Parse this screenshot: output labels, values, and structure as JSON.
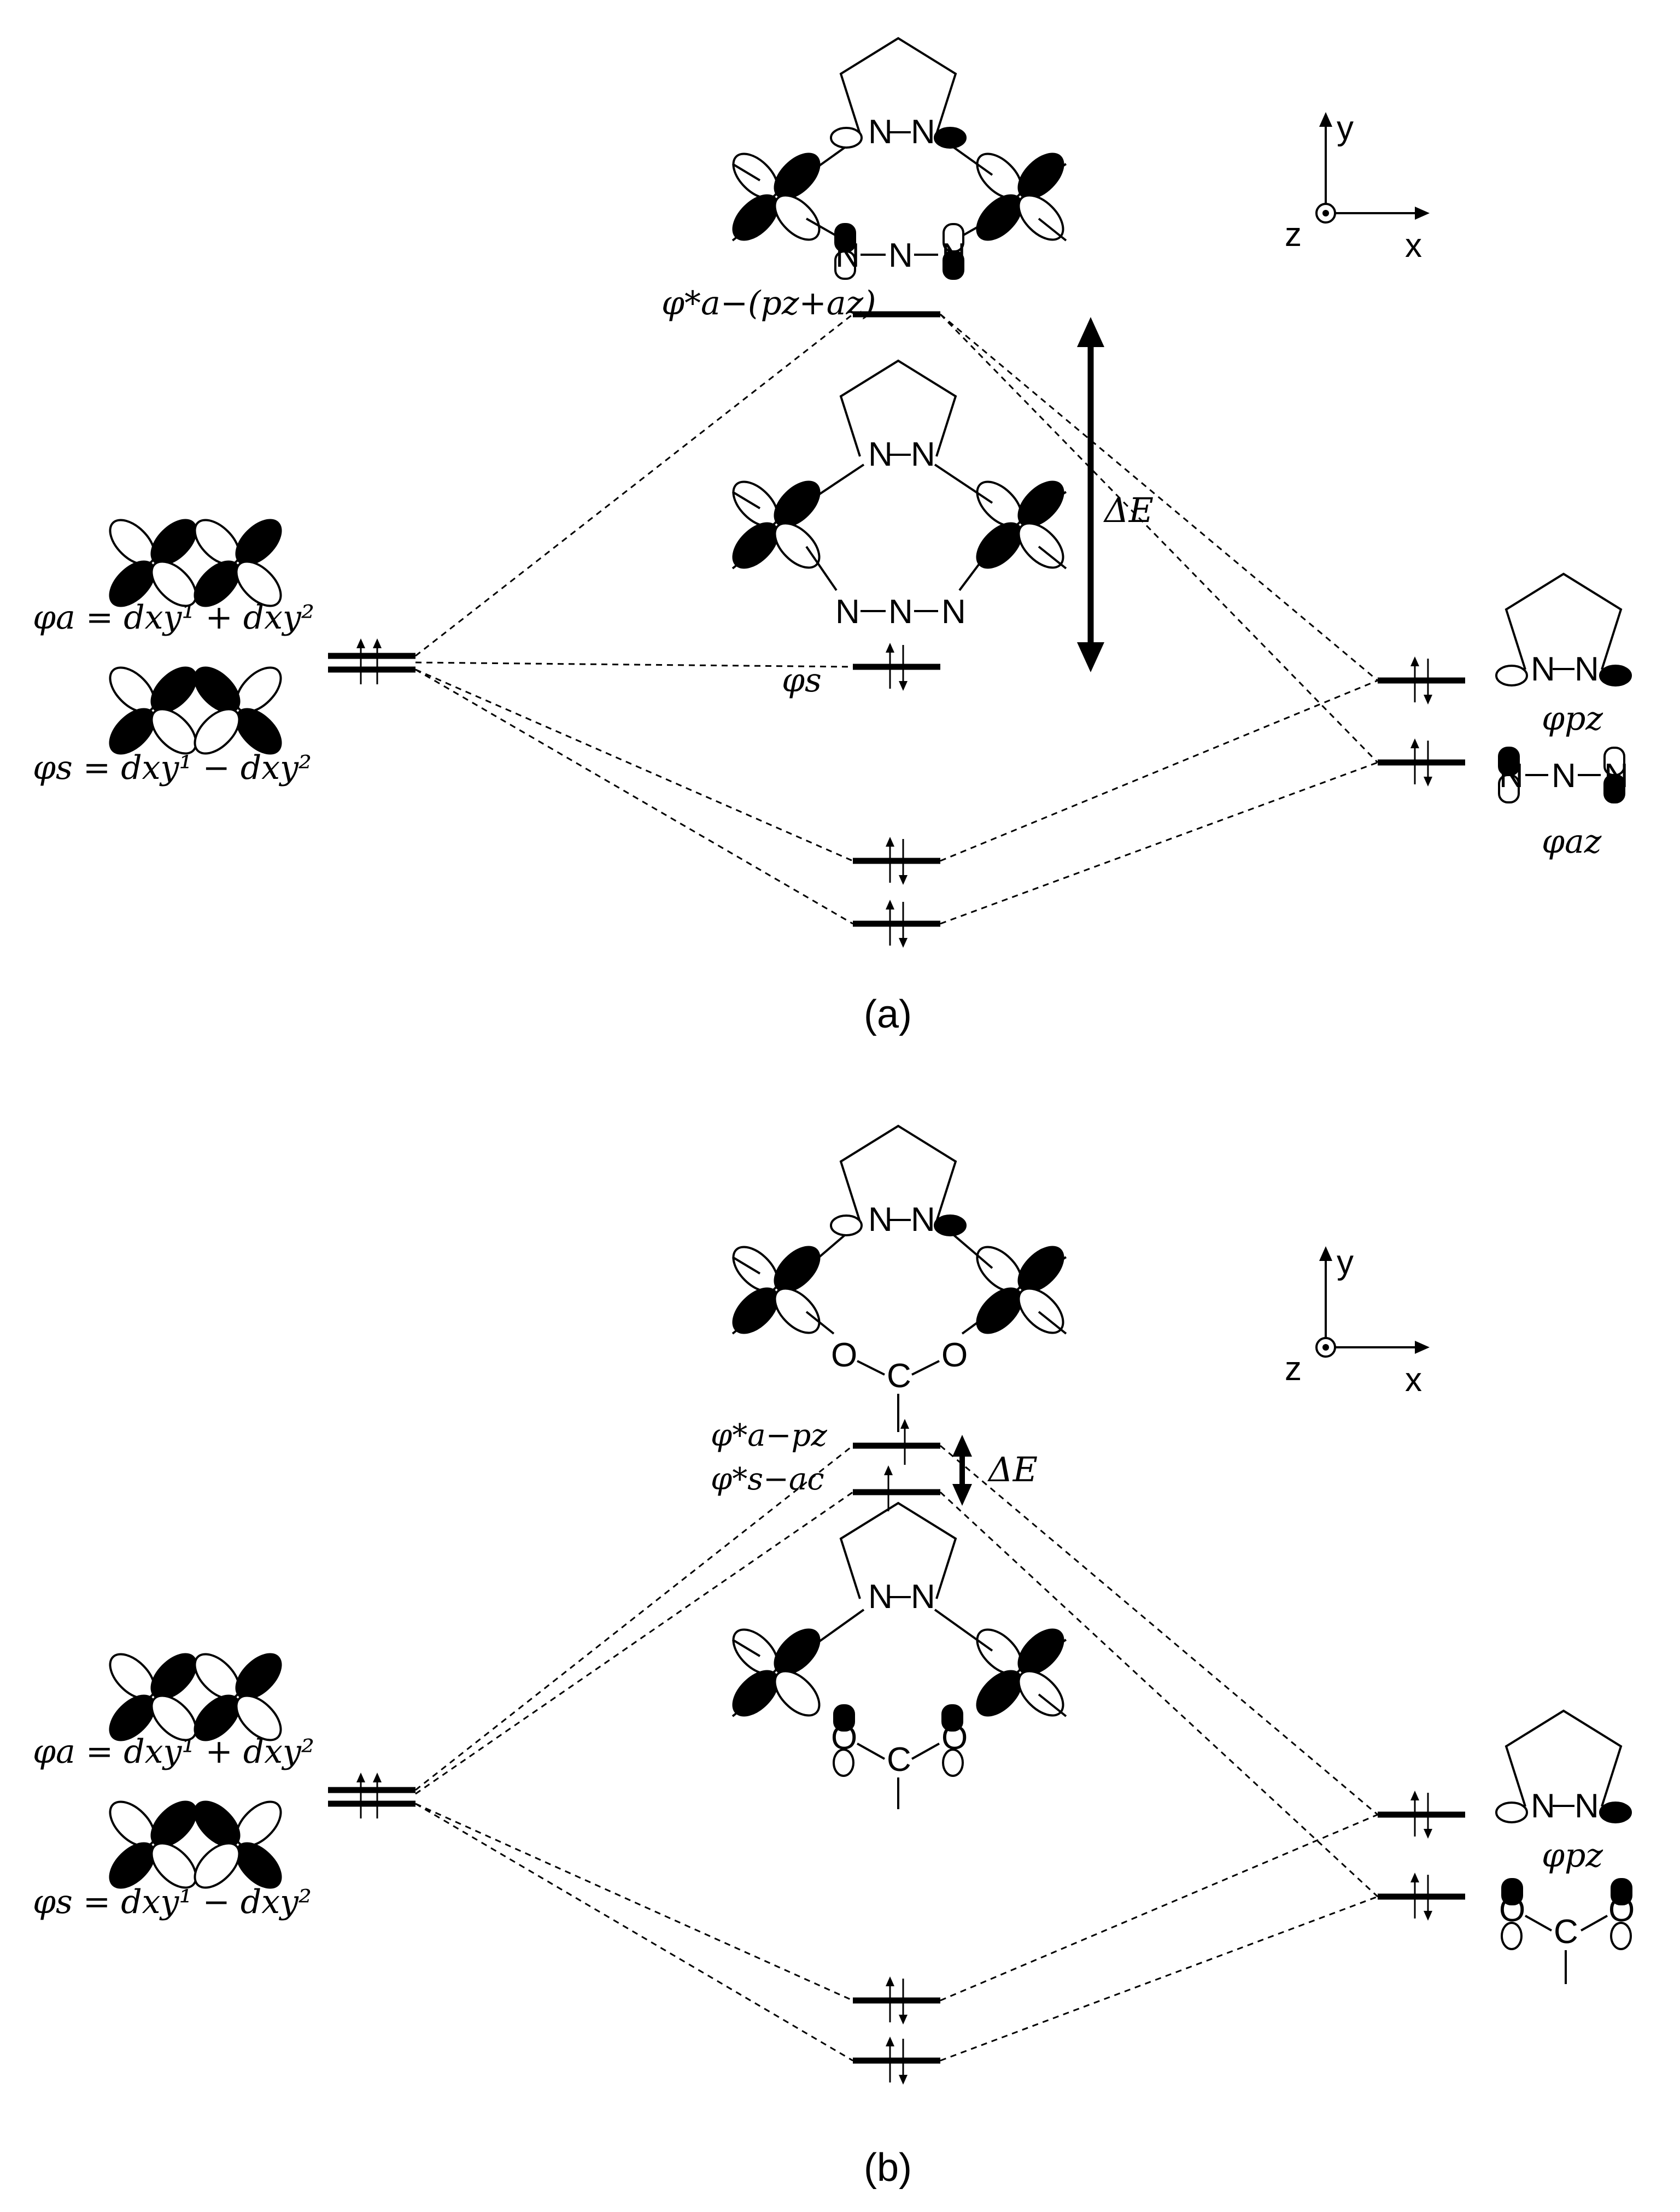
{
  "panel_a": {
    "label": "(a)",
    "left_phi_a": "φa = dxy¹ + dxy²",
    "left_phi_s": "φs = dxy¹ − dxy²",
    "antibond_label": "φ*a−(pz+az)",
    "nonbond_label": "φs",
    "delta_label": "ΔE",
    "right_pz_label": "φpz",
    "right_az_label": "φaz",
    "atom_N": "N"
  },
  "panel_b": {
    "label": "(b)",
    "left_phi_a": "φa = dxy¹ + dxy²",
    "left_phi_s": "φs = dxy¹ − dxy²",
    "upper_label": "φ*a−pz",
    "lower_label": "φ*s−ac",
    "delta_label": "ΔE",
    "right_pz_label": "φpz",
    "atom_N": "N",
    "atom_O": "O",
    "atom_C": "C"
  },
  "axes": {
    "x": "x",
    "y": "y",
    "z": "z"
  }
}
